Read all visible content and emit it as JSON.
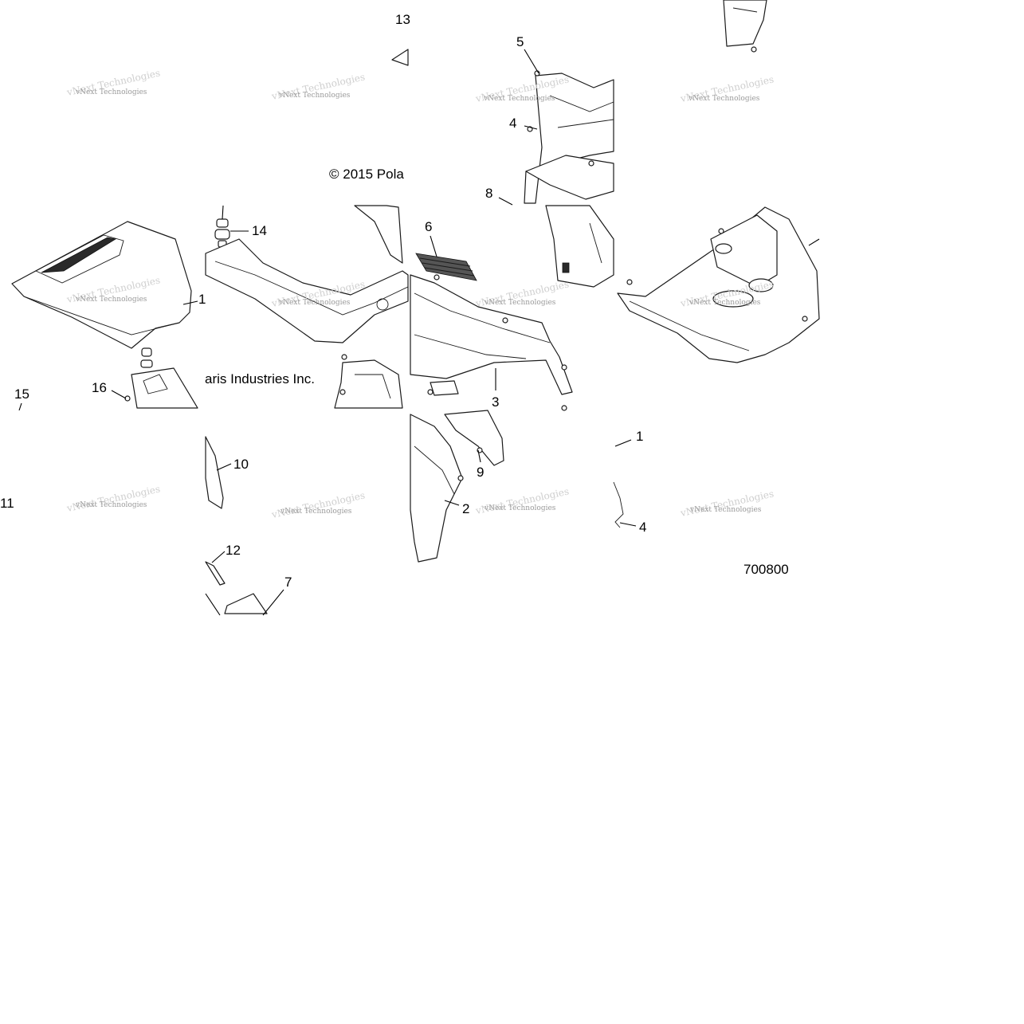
{
  "diagram": {
    "copyright_left": "© 2015 Pola",
    "copyright_right": "aris Industries Inc.",
    "drawing_number": "700800",
    "watermark": "vNext Technologies",
    "callouts": {
      "c13": "13",
      "c5": "5",
      "c4a": "4",
      "c8": "8",
      "c6": "6",
      "c14": "14",
      "c1a": "1",
      "c16": "16",
      "c15": "15",
      "c3": "3",
      "c10": "10",
      "c11": "11",
      "c9": "9",
      "c2": "2",
      "c1b": "1",
      "c4b": "4",
      "c12": "12",
      "c7": "7"
    }
  }
}
